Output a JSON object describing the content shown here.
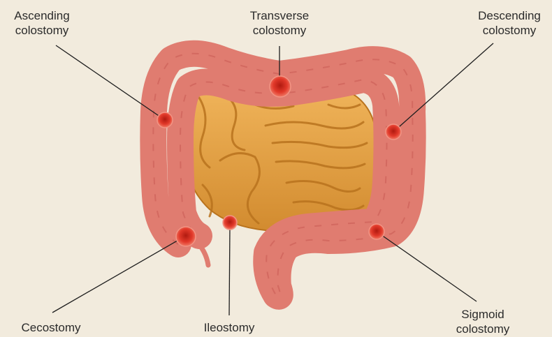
{
  "labels": {
    "ascending": [
      "Ascending",
      "colostomy"
    ],
    "transverse": [
      "Transverse",
      "colostomy"
    ],
    "descending": [
      "Descending",
      "colostomy"
    ],
    "cecostomy": [
      "Cecostomy"
    ],
    "ileostomy": [
      "Ileostomy"
    ],
    "sigmoid": [
      "Sigmoid",
      "colostomy"
    ]
  },
  "colors": {
    "background": "#f2ebdd",
    "colon": "#e07c70",
    "colon_shade": "#c95d55",
    "small_intestine": "#e3a040",
    "small_intestine_shade": "#b9731e",
    "stoma": "#d42c1e",
    "leader_line": "#1e1e1e"
  }
}
